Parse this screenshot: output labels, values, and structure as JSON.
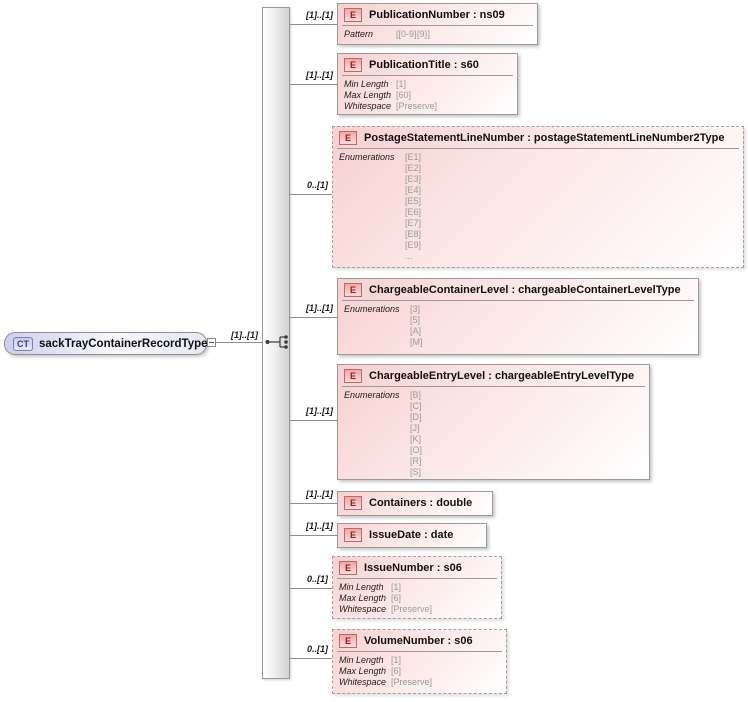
{
  "root": {
    "badge": "CT",
    "title": "sackTrayContainerRecordType",
    "cardinality": "[1]..[1]"
  },
  "elements": [
    {
      "badge": "E",
      "title": "PublicationNumber : ns09",
      "cardinality": "[1]..[1]",
      "rows": [
        {
          "label": "Pattern",
          "value": "[[0-9]{9}]"
        }
      ]
    },
    {
      "badge": "E",
      "title": "PublicationTitle : s60",
      "cardinality": "[1]..[1]",
      "rows": [
        {
          "label": "Min Length",
          "value": "[1]"
        },
        {
          "label": "Max Length",
          "value": "[60]"
        },
        {
          "label": "Whitespace",
          "value": "[Preserve]"
        }
      ]
    },
    {
      "badge": "E",
      "title": "PostageStatementLineNumber : postageStatementLineNumber2Type",
      "cardinality": "0..[1]",
      "rows": [
        {
          "label": "Enumerations",
          "value": "[E1]"
        },
        {
          "label": "",
          "value": "[E2]"
        },
        {
          "label": "",
          "value": "[E3]"
        },
        {
          "label": "",
          "value": "[E4]"
        },
        {
          "label": "",
          "value": "[E5]"
        },
        {
          "label": "",
          "value": "[E6]"
        },
        {
          "label": "",
          "value": "[E7]"
        },
        {
          "label": "",
          "value": "[E8]"
        },
        {
          "label": "",
          "value": "[E9]"
        },
        {
          "label": "",
          "value": "..."
        }
      ]
    },
    {
      "badge": "E",
      "title": "ChargeableContainerLevel : chargeableContainerLevelType",
      "cardinality": "[1]..[1]",
      "rows": [
        {
          "label": "Enumerations",
          "value": "[3]"
        },
        {
          "label": "",
          "value": "[5]"
        },
        {
          "label": "",
          "value": "[A]"
        },
        {
          "label": "",
          "value": "[M]"
        }
      ]
    },
    {
      "badge": "E",
      "title": "ChargeableEntryLevel : chargeableEntryLevelType",
      "cardinality": "[1]..[1]",
      "rows": [
        {
          "label": "Enumerations",
          "value": "[B]"
        },
        {
          "label": "",
          "value": "[C]"
        },
        {
          "label": "",
          "value": "[D]"
        },
        {
          "label": "",
          "value": "[J]"
        },
        {
          "label": "",
          "value": "[K]"
        },
        {
          "label": "",
          "value": "[O]"
        },
        {
          "label": "",
          "value": "[R]"
        },
        {
          "label": "",
          "value": "[S]"
        }
      ]
    },
    {
      "badge": "E",
      "title": "Containers : double",
      "cardinality": "[1]..[1]",
      "rows": []
    },
    {
      "badge": "E",
      "title": "IssueDate : date",
      "cardinality": "[1]..[1]",
      "rows": []
    },
    {
      "badge": "E",
      "title": "IssueNumber : s06",
      "cardinality": "0..[1]",
      "rows": [
        {
          "label": "Min Length",
          "value": "[1]"
        },
        {
          "label": "Max Length",
          "value": "[6]"
        },
        {
          "label": "Whitespace",
          "value": "[Preserve]"
        }
      ]
    },
    {
      "badge": "E",
      "title": "VolumeNumber : s06",
      "cardinality": "0..[1]",
      "rows": [
        {
          "label": "Min Length",
          "value": "[1]"
        },
        {
          "label": "Max Length",
          "value": "[6]"
        },
        {
          "label": "Whitespace",
          "value": "[Preserve]"
        }
      ]
    }
  ]
}
